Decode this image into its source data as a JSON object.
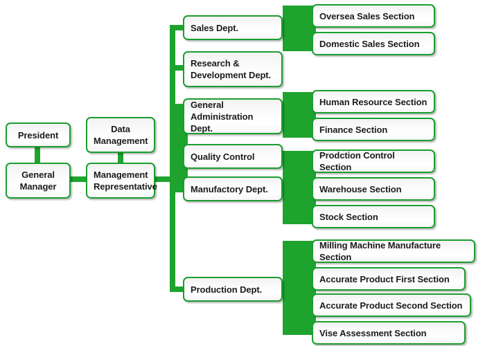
{
  "diagram": {
    "title": "Organization Chart",
    "accent_color": "#1fa32f",
    "border_color": "#1a9e2e",
    "text_color": "#1c1c1c",
    "background": "#ffffff"
  },
  "nodes": {
    "president": {
      "label": "President"
    },
    "general_manager": {
      "label": "General\nManager"
    },
    "data_management": {
      "label": "Data\nManagement"
    },
    "management_representative": {
      "label": "Management\nRepresentative"
    },
    "sales_dept": {
      "label": "Sales Dept."
    },
    "research_development_dept": {
      "label": "Research &\nDevelopment Dept."
    },
    "general_administration_dept": {
      "label": "General\nAdministration Dept."
    },
    "quality_control": {
      "label": "Quality Control"
    },
    "manufactory_dept": {
      "label": "Manufactory Dept."
    },
    "production_dept": {
      "label": "Production Dept."
    }
  },
  "sections": {
    "oversea_sales": {
      "label": "Oversea Sales Section"
    },
    "domestic_sales": {
      "label": "Domestic Sales Section"
    },
    "human_resource": {
      "label": "Human Resource Section"
    },
    "finance": {
      "label": "Finance Section"
    },
    "prodction_control": {
      "label": "Prodction Control Section"
    },
    "warehouse": {
      "label": "Warehouse Section"
    },
    "stock": {
      "label": "Stock Section"
    },
    "milling_machine": {
      "label": "Milling Machine Manufacture Section"
    },
    "accurate_product_first": {
      "label": "Accurate Product First Section"
    },
    "accurate_product_second": {
      "label": "Accurate Product Second Section"
    },
    "vise_assessment": {
      "label": "Vise Assessment Section"
    }
  }
}
